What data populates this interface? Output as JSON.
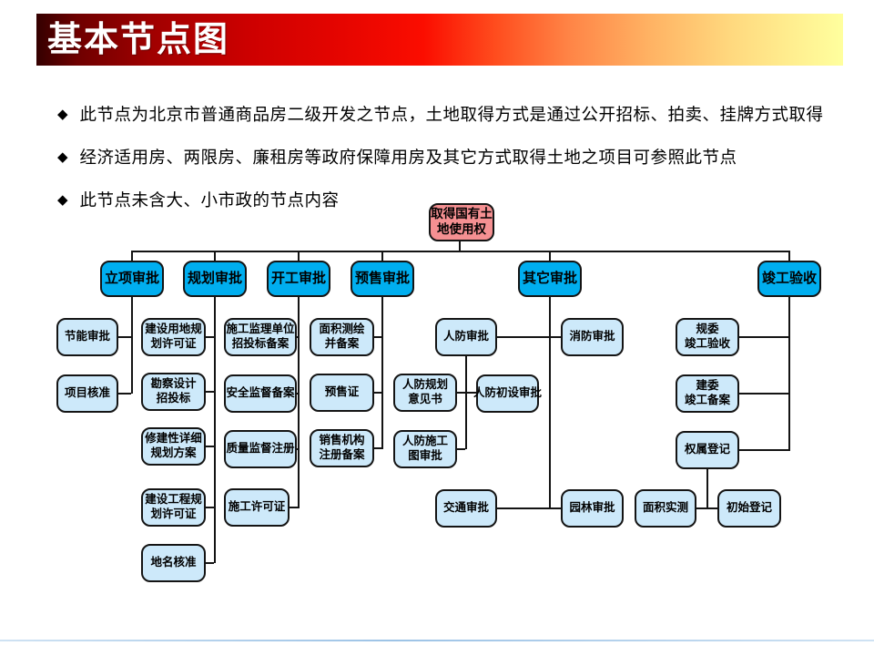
{
  "slide": {
    "title": "基本节点图",
    "bullet_marker": "◆",
    "bullets": [
      "此节点为北京市普通商品房二级开发之节点，土地取得方式是通过公开招标、拍卖、挂牌方式取得",
      "经济适用房、两限房、廉租房等政府保障用房及其它方式取得土地之项目可参照此节点",
      "此节点未含大、小市政的节点内容"
    ]
  },
  "colors": {
    "banner_left": "#340000",
    "banner_mid": "#fb0d00",
    "banner_right": "#ffff9e",
    "root_fill": "#F59092",
    "level2_fill": "#00AEEF",
    "level3_fill": "#CDE9FA",
    "node_border": "#141414",
    "connector": "#141414",
    "footline": "#9dc3e6"
  },
  "flowchart": {
    "root": "取得国有土\n地使用权",
    "branches": [
      {
        "label": "立项审批",
        "children": [
          "节能审批",
          "项目核准"
        ]
      },
      {
        "label": "规划审批",
        "children": [
          "建设用地规\n划许可证",
          "勘察设计\n招投标",
          "修建性详细\n规划方案",
          "建设工程规\n划许可证",
          "地名核准"
        ]
      },
      {
        "label": "开工审批",
        "children": [
          "施工监理单位\n招投标备案",
          "安全监督备案",
          "质量监督注册",
          "施工许可证"
        ]
      },
      {
        "label": "预售审批",
        "children": [
          "面积测绘\n并备案",
          "预售证",
          "销售机构\n注册备案"
        ]
      },
      {
        "label": "其它审批",
        "children": [
          "人防审批",
          "消防审批",
          "人防规划\n意见书",
          "人防初设审批",
          "人防施工\n图审批",
          "交通审批",
          "园林审批"
        ]
      },
      {
        "label": "竣工验收",
        "children": [
          "规委\n竣工验收",
          "建委\n竣工备案",
          "权属登记",
          "面积实测",
          "初始登记"
        ]
      }
    ]
  }
}
